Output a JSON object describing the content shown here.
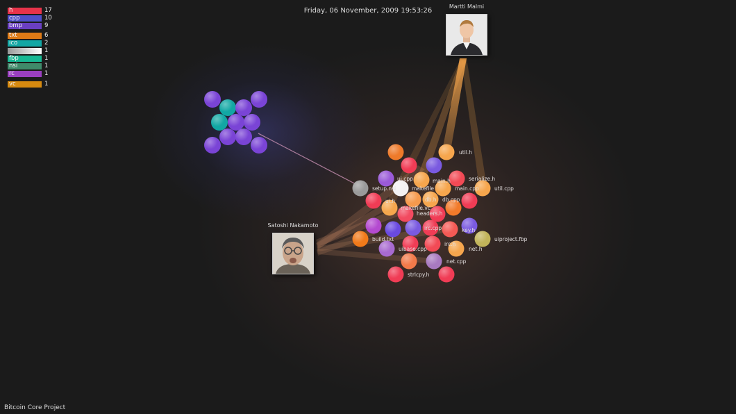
{
  "header": {
    "date": "Friday, 06 November, 2009 19:53:26"
  },
  "footer": {
    "title": "Bitcoin Core Project"
  },
  "legend": [
    {
      "ext": "h",
      "count": "17",
      "color": "#e8334a"
    },
    {
      "ext": "cpp",
      "count": "10",
      "color": "#4f4fc9"
    },
    {
      "ext": "bmp",
      "count": "9",
      "color": "#6a3fc2"
    },
    {
      "ext": "txt",
      "count": "6",
      "color": "#de7a16"
    },
    {
      "ext": "ico",
      "count": "2",
      "color": "#12a7a4"
    },
    {
      "ext": "",
      "count": "1",
      "color": "#d9d9d9"
    },
    {
      "ext": "fbp",
      "count": "1",
      "color": "#18b894"
    },
    {
      "ext": "nsi",
      "count": "1",
      "color": "#3f8a6a"
    },
    {
      "ext": "rc",
      "count": "1",
      "color": "#9a3fc0"
    },
    {
      "ext": "vc",
      "count": "1",
      "color": "#d68a10"
    }
  ],
  "users": [
    {
      "name": "Martti Malmi",
      "avatar_icon": "person-portrait-icon"
    },
    {
      "name": "Satoshi Nakamoto",
      "avatar_icon": "person-portrait-icon"
    }
  ],
  "file_labels": [
    "util.h",
    "serialize.h",
    "ui.cpp",
    "main.h",
    "setup.nsi",
    "makefile",
    "main.cpp",
    "util.cpp",
    "ui.h",
    "db.h",
    "db.cpp",
    "makefile.vc",
    "headers.h",
    "irc.cpp",
    "key.h",
    "build.txt",
    "uiproject.fbp",
    "uibase.cpp",
    "irc.h",
    "net.h",
    "net.cpp",
    "strlcpy.h"
  ]
}
